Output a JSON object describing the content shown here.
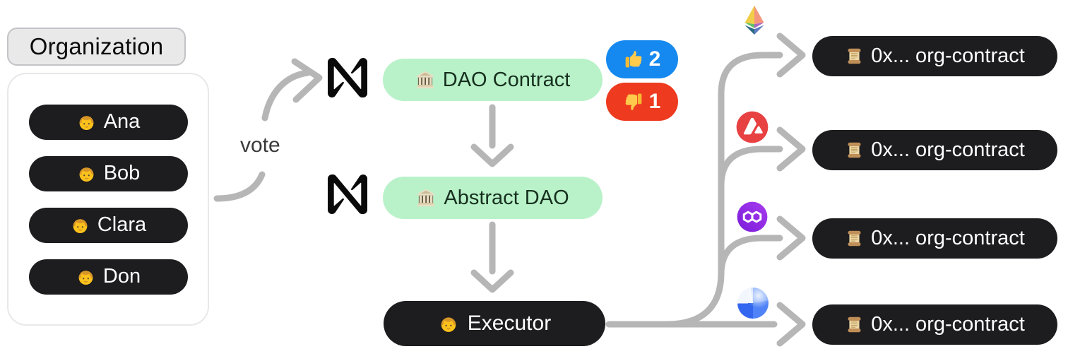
{
  "organization": {
    "label": "Organization",
    "members": [
      {
        "icon": "person-emoji",
        "name": "Ana"
      },
      {
        "icon": "person-emoji",
        "name": "Bob"
      },
      {
        "icon": "person-emoji",
        "name": "Clara"
      },
      {
        "icon": "person-emoji",
        "name": "Don"
      }
    ]
  },
  "vote": {
    "label": "vote",
    "thumbs_up": {
      "icon": "thumbs-up-emoji",
      "count": "2"
    },
    "thumbs_down": {
      "icon": "thumbs-down-emoji",
      "count": "1"
    }
  },
  "flow": {
    "dao_contract": {
      "icon": "classical-building-emoji",
      "platform_icon": "near-protocol-logo",
      "label": "DAO Contract"
    },
    "abstract_dao": {
      "icon": "classical-building-emoji",
      "platform_icon": "near-protocol-logo",
      "label": "Abstract DAO"
    },
    "executor": {
      "icon": "person-emoji",
      "label": "Executor"
    }
  },
  "chains": [
    {
      "icon": "ethereum-logo"
    },
    {
      "icon": "avalanche-logo"
    },
    {
      "icon": "polygon-logo"
    },
    {
      "icon": "blue-sphere-logo"
    }
  ],
  "contracts": [
    {
      "icon": "scroll-emoji",
      "label": "0x... org-contract"
    },
    {
      "icon": "scroll-emoji",
      "label": "0x... org-contract"
    },
    {
      "icon": "scroll-emoji",
      "label": "0x... org-contract"
    },
    {
      "icon": "scroll-emoji",
      "label": "0x... org-contract"
    }
  ],
  "colors": {
    "node_dark": "#1d1d1f",
    "node_green": "#b9f2c9",
    "badge_blue": "#1689f0",
    "badge_red": "#ee3a1f",
    "arrow_gray": "#b6b6b6",
    "chip_gray": "#e9e9ea",
    "avalanche_red": "#e84142",
    "polygon_purple": "#8b2fe0"
  }
}
